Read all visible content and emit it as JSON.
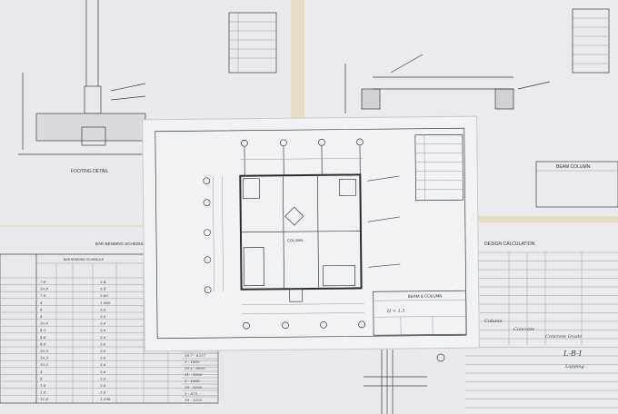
{
  "sheets": {
    "footing": {
      "label": "FOOTING DETAIL"
    },
    "bar_bending": {
      "title": "BAR BENDING SCHEDULE",
      "table_title": "BAR BENDING SCHEDULE",
      "col_a": [
        "7.8",
        "10.8",
        "7.8",
        "4",
        "4",
        "4",
        "10.8",
        "4.3",
        "4.8",
        "4.8",
        "10.3",
        "10.3",
        "10.3",
        "4",
        "4",
        "1.8",
        "1.8",
        "11.8"
      ],
      "col_b": [
        "3.4",
        "3.4",
        "3.60",
        "1.960",
        "3.6",
        "3.6",
        "3.6",
        "3.6",
        "3.6",
        "3.6",
        "3.6",
        "3.6",
        "3.6",
        "3.6",
        "3.6",
        "3.6",
        "3.6",
        "1.596"
      ],
      "col_c": [
        "18.7 - 6217",
        "3 - 1800",
        "18 x - 8800",
        "11 - 1300",
        "3 - 1800",
        "18 - 9200",
        "3 - 875",
        "18 - 1300"
      ]
    },
    "design_calc": {
      "title": "DESIGN CALCULATION",
      "notes": [
        "Column",
        "Concrete",
        "Concrete Grade",
        "L-B-I",
        "Lapping"
      ]
    },
    "beam_column_right": {
      "title": "BEAM COLUMN"
    },
    "plan": {
      "label": "COLUMN",
      "title": "BEAM & COLUMN",
      "note": "H = 1.5"
    }
  }
}
